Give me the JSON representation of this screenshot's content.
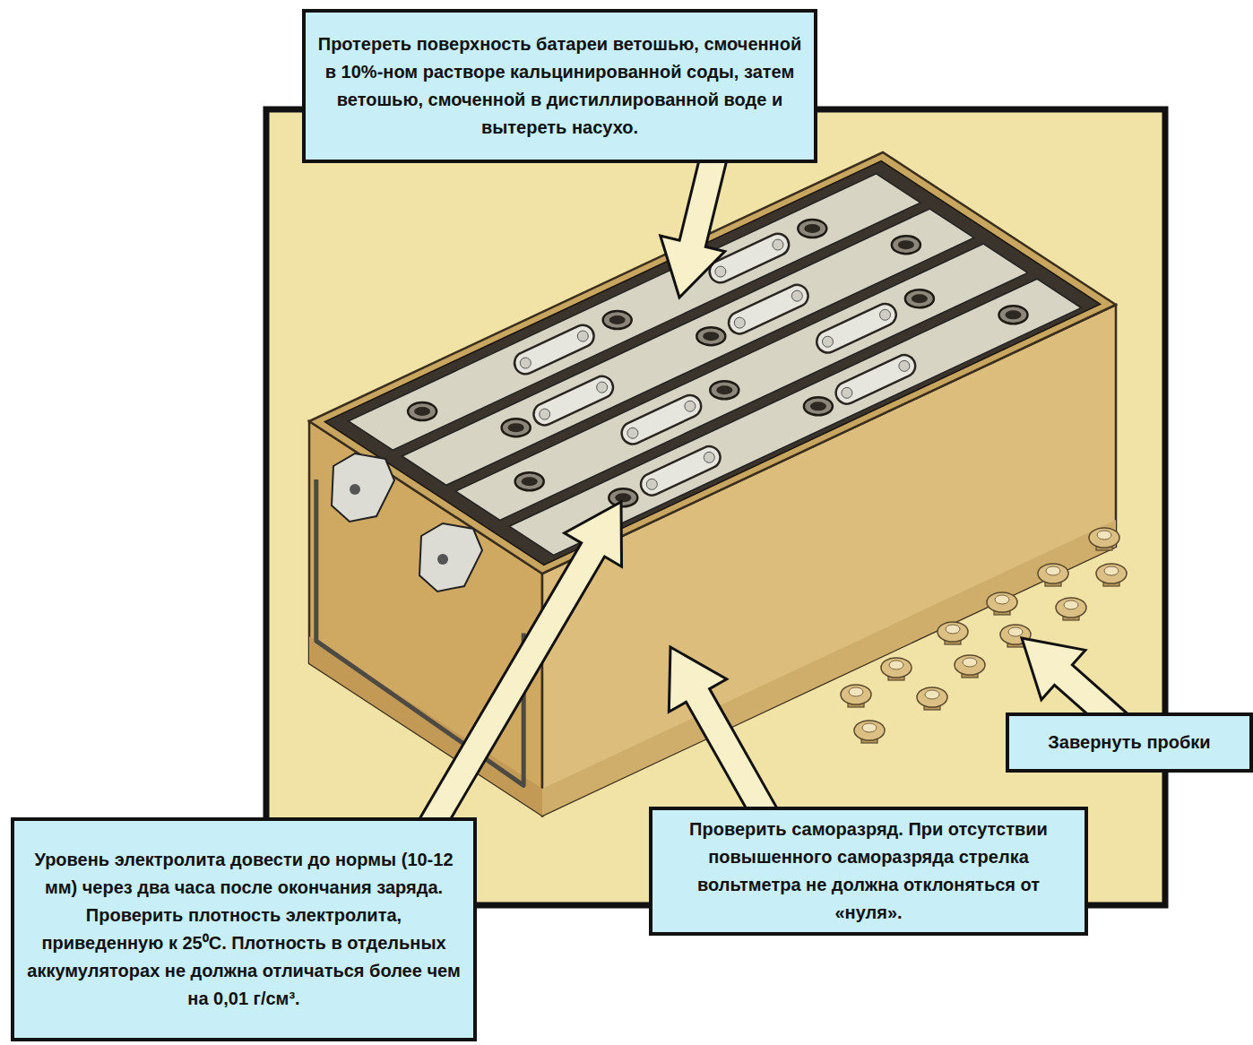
{
  "diagram": {
    "nodes": [
      {
        "text": [
          "Протереть поверхность батареи ветошью, смоченной в 10%-ном растворе кальцинированной соды, затем ветошью, смоченной в дистиллированной воде и вытереть насухо."
        ]
      },
      {
        "text": [
          "Завернуть пробки"
        ]
      },
      {
        "text": [
          "Уровень электролита довести до нормы (10-12 мм) через два часа после окончания заряда. Проверить плотность электролита, приведенную к 25⁰С. Плотность в отдельных аккумуляторах не должна отличаться более чем на 0,01 г/см³."
        ]
      },
      {
        "text": [
          "Проверить саморазряд. При отсутствии повышенного саморазряда стрелка вольтметра не должна отклоняться от «нуля»."
        ]
      }
    ]
  }
}
